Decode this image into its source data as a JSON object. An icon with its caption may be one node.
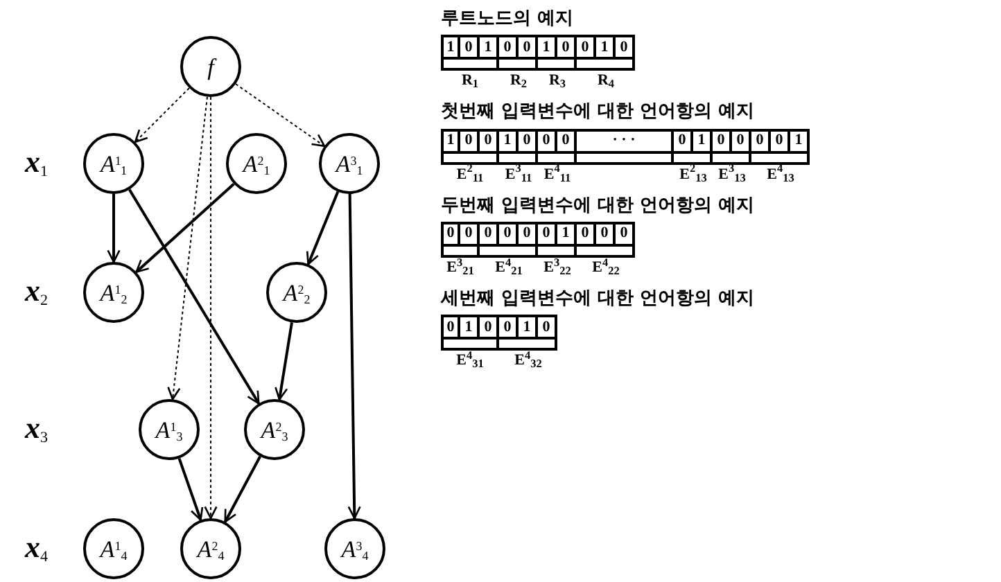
{
  "diagram": {
    "nodes": [
      {
        "text": [
          "f"
        ]
      },
      {
        "text": [
          "A$^{1}$$_{1}$"
        ]
      },
      {
        "text": [
          "A$^{2}$$_{1}$"
        ]
      },
      {
        "text": [
          "A$^{3}$$_{1}$"
        ]
      },
      {
        "text": [
          "A$^{1}$$_{2}$"
        ]
      },
      {
        "text": [
          "A$^{2}$$_{2}$"
        ]
      },
      {
        "text": [
          "A$^{1}$$_{3}$"
        ]
      },
      {
        "text": [
          "A$^{2}$$_{3}$"
        ]
      },
      {
        "text": [
          "A$^{1}$$_{4}$"
        ]
      },
      {
        "text": [
          "A$^{2}$$_{4}$"
        ]
      },
      {
        "text": [
          "A$^{3}$$_{4}$"
        ]
      }
    ],
    "edges": [
      {
        "from": 0,
        "to": 1,
        "arrow": "to",
        "style": "dashed"
      },
      {
        "from": 0,
        "to": 6,
        "arrow": "to",
        "style": "dashed"
      },
      {
        "from": 0,
        "to": 9,
        "arrow": "to",
        "style": "dashed"
      },
      {
        "from": 0,
        "to": 3,
        "arrow": "to",
        "style": "dashed"
      },
      {
        "from": 1,
        "to": 4,
        "arrow": "to"
      },
      {
        "from": 1,
        "to": 7,
        "arrow": "to"
      },
      {
        "from": 2,
        "to": 4,
        "arrow": "to"
      },
      {
        "from": 3,
        "to": 5,
        "arrow": "to"
      },
      {
        "from": 3,
        "to": 10,
        "arrow": "to"
      },
      {
        "from": 5,
        "to": 7,
        "arrow": "to"
      },
      {
        "from": 6,
        "to": 9,
        "arrow": "to"
      },
      {
        "from": 7,
        "to": 9,
        "arrow": "to"
      }
    ],
    "labels": [
      "x$_{1}$",
      "x$_{2}$",
      "x$_{3}$",
      "x$_{4}$",
      "루트노드의 예지",
      "1",
      "0",
      "1",
      "0",
      "0",
      "1",
      "0",
      "0",
      "1",
      "0",
      "R$_{1}$",
      "R$_{2}$",
      "R$_{3}$",
      "R$_{4}$",
      "첫번째 입력변수에 대한 언어항의 예지",
      "1",
      "0",
      "0",
      "1",
      "0",
      "0",
      "0",
      "· · ·",
      "0",
      "1",
      "0",
      "0",
      "0",
      "0",
      "1",
      "E$^{2}$$_{11}$",
      "E$^{3}$$_{11}$",
      "E$^{4}$$_{11}$",
      "E$^{2}$$_{13}$",
      "E$^{3}$$_{13}$",
      "E$^{4}$$_{13}$",
      "두번째 입력변수에 대한 언어항의 예지",
      "0",
      "0",
      "0",
      "0",
      "0",
      "0",
      "1",
      "0",
      "0",
      "0",
      "E$^{3}$$_{21}$",
      "E$^{4}$$_{21}$",
      "E$^{3}$$_{22}$",
      "E$^{4}$$_{22}$",
      "세번째 입력변수에 대한 언어항의 예지",
      "0",
      "1",
      "0",
      "0",
      "1",
      "0",
      "E$^{4}$$_{31}$",
      "E$^{4}$$_{32}$"
    ]
  }
}
